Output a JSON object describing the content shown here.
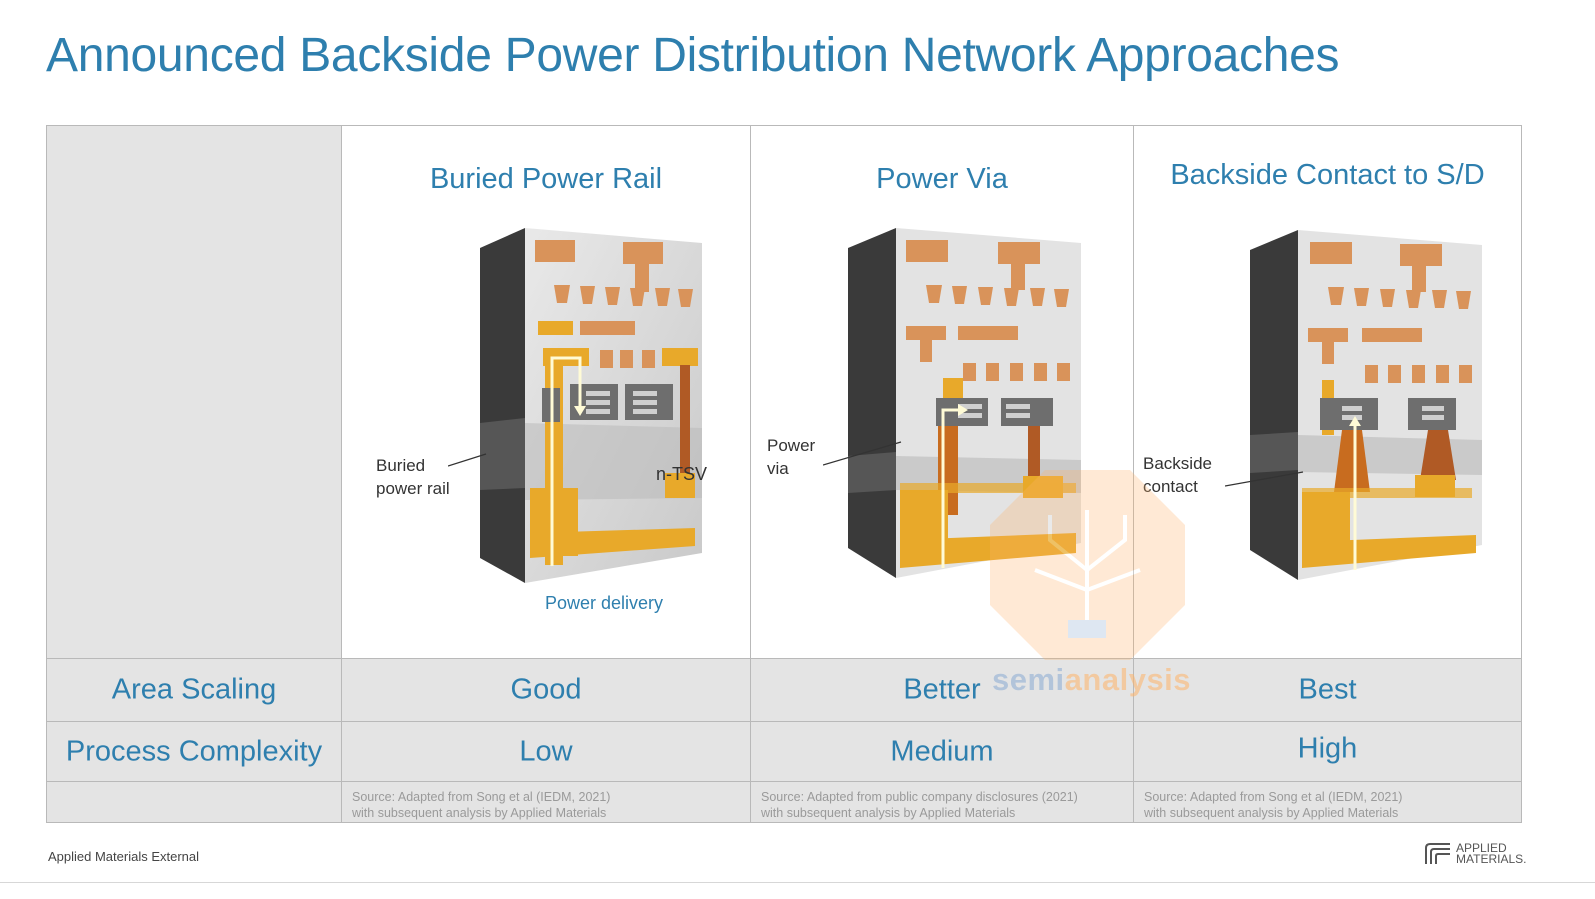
{
  "title": "Announced Backside Power Distribution Network Approaches",
  "columns": [
    {
      "heading": "Buried Power Rail",
      "area_scaling": "Good",
      "process_complexity": "Low",
      "source_line1": "Source: Adapted from Song et al (IEDM, 2021)",
      "source_line2": "with subsequent analysis by Applied Materials"
    },
    {
      "heading": "Power Via",
      "area_scaling": "Better",
      "process_complexity": "Medium",
      "source_line1": "Source: Adapted from public company disclosures (2021)",
      "source_line2": "with subsequent analysis by Applied Materials"
    },
    {
      "heading": "Backside Contact to S/D",
      "area_scaling": "Best",
      "process_complexity": "High",
      "source_line1": "Source: Adapted from Song et al (IEDM, 2021)",
      "source_line2": "with subsequent analysis by Applied Materials"
    }
  ],
  "rows": {
    "area_scaling": "Area Scaling",
    "process_complexity": "Process Complexity"
  },
  "figure_labels": {
    "buried_rail_1": "Buried",
    "buried_rail_2": "power rail",
    "ntsv": "n-TSV",
    "power_delivery": "Power delivery",
    "power_via_1": "Power",
    "power_via_2": "via",
    "backside_contact_1": "Backside",
    "backside_contact_2": "contact"
  },
  "footer": "Applied Materials External",
  "logo": {
    "line1": "APPLIED",
    "line2": "MATERIALS."
  },
  "watermark": {
    "part1": "semi",
    "part2": "analysis"
  },
  "colors": {
    "accent_blue": "#2e7fae",
    "copper": "#d9935a",
    "gold": "#e8a92a",
    "cell_gray": "#e4e4e4"
  }
}
